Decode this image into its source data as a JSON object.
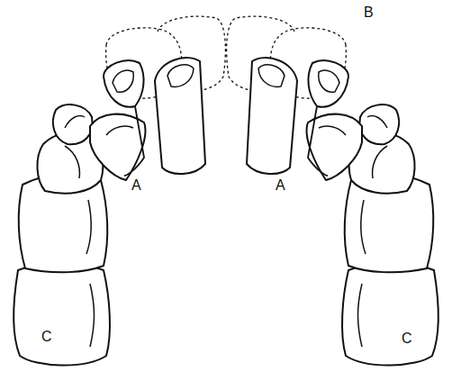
{
  "diagram": {
    "labels": [
      "B",
      "A",
      "A",
      "C",
      "C"
    ]
  }
}
